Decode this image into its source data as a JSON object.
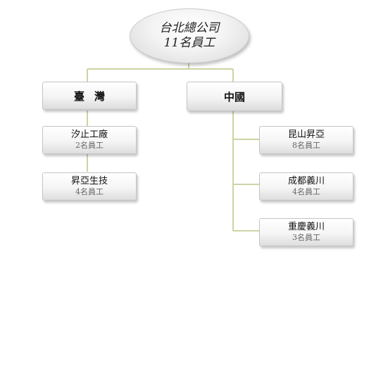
{
  "root": {
    "name": "台北總公司",
    "count": "11名員工"
  },
  "regions": [
    {
      "name": "臺灣",
      "units": [
        {
          "name": "汐止工廠",
          "count": "2名員工"
        },
        {
          "name": "昇亞生技",
          "count": "4名員工"
        }
      ]
    },
    {
      "name": "中國",
      "units": [
        {
          "name": "昆山昇亞",
          "count": "8名員工"
        },
        {
          "name": "成都義川",
          "count": "4名員工"
        },
        {
          "name": "重慶義川",
          "count": "3名員工"
        }
      ]
    }
  ],
  "colors": {
    "connector": "#cfd3a4",
    "box_border": "#c4c4c4"
  }
}
